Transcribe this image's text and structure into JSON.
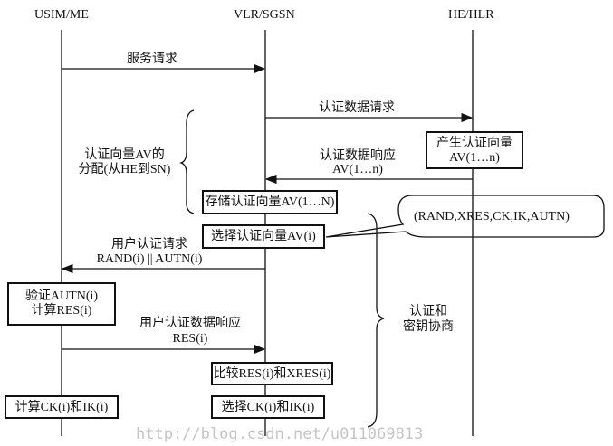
{
  "actors": [
    "USIM/ME",
    "VLR/SGSN",
    "HE/HLR"
  ],
  "messages": {
    "m1": "服务请求",
    "m2": "认证数据请求",
    "m3a": "认证数据响应",
    "m3b": "AV(1…n)",
    "m4a": "用户认证请求",
    "m4b": "RAND(i) || AUTN(i)",
    "m5a": "用户认证数据响应",
    "m5b": "RES(i)"
  },
  "boxes": {
    "gen_a": "产生认证向量",
    "gen_b": "AV(1…n)",
    "store": "存储认证向量AV(1…N)",
    "select": "选择认证向量AV(i)",
    "verify_a": "验证AUTN(i)",
    "verify_b": "计算RES(i)",
    "compare": "比较RES(i)和XRES(i)",
    "calc_ck": "计算CK(i)和IK(i)",
    "select_ck": "选择CK(i)和IK(i)"
  },
  "notes": {
    "dist_a": "认证向量AV的",
    "dist_b": "分配(从HE到SN)",
    "callout": "(RAND,XRES,CK,IK,AUTN)",
    "auth_a": "认证和",
    "auth_b": "密钥协商"
  },
  "watermark": "http://blog.csdn.net/u011069813"
}
